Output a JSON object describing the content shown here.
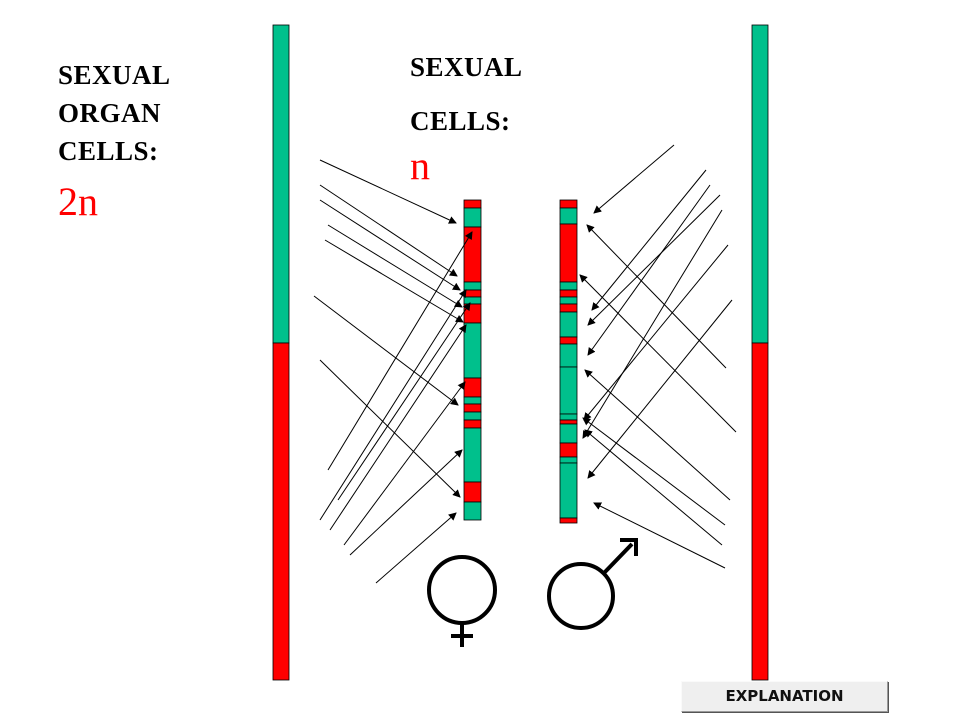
{
  "left_label": {
    "line1": "SEXUAL",
    "line2": "ORGAN",
    "line3": "CELLS:",
    "ploidy": "2n"
  },
  "center_label": {
    "line1": "SEXUAL",
    "line2": "CELLS:",
    "ploidy": "n"
  },
  "colors": {
    "maternal": "#00c08c",
    "paternal": "#ff0000"
  },
  "symbols": {
    "female": "female-symbol",
    "male": "male-symbol"
  },
  "button": {
    "label": "EXPLANATION"
  }
}
